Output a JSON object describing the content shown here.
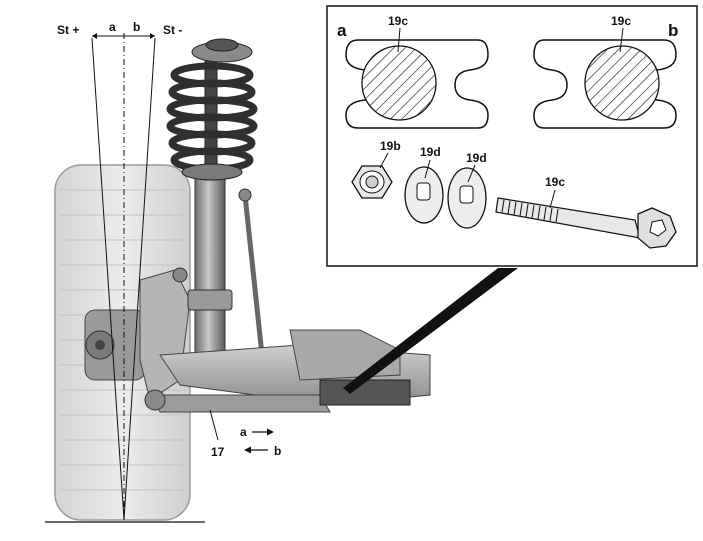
{
  "labels": {
    "camber_positive": "St +",
    "camber_negative": "St -",
    "angle_a": "a",
    "angle_b": "b",
    "part_17": "17",
    "arrow_a": "a",
    "arrow_b": "b"
  },
  "inset": {
    "label_a": "a",
    "label_b": "b",
    "part_19c_a": "19c",
    "part_19c_b": "19c",
    "part_19b": "19b",
    "part_19d_1": "19d",
    "part_19d_2": "19d",
    "part_19c_bolt": "19c"
  },
  "colors": {
    "tire": "#e2e2e2",
    "tire_tread": "#c9c9c9",
    "metal_dark": "#3a3a3a",
    "metal_mid": "#8a8a8a",
    "metal_light": "#c4c4c4",
    "line": "#111111"
  }
}
